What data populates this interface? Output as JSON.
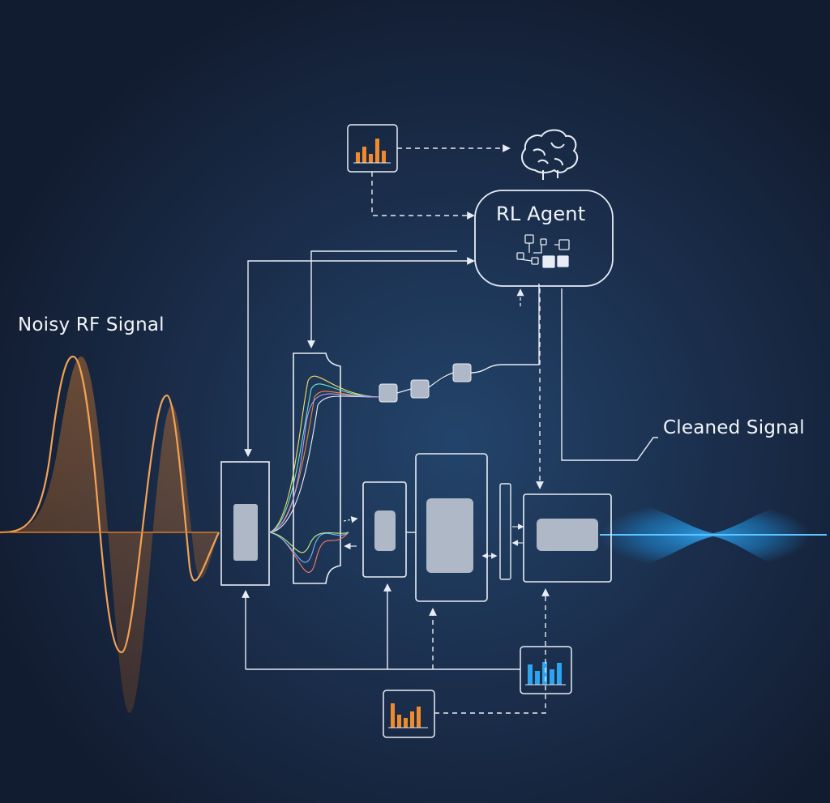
{
  "labels": {
    "noisy_signal": "Noisy RF Signal",
    "cleaned_signal": "Cleaned Signal",
    "rl_agent": "RL Agent"
  },
  "icons": {
    "agent": "brain-icon",
    "agent_policy": "flowchart-icon",
    "reward_chart_top": "bar-chart-icon",
    "metric_chart_right": "bar-chart-icon",
    "metric_chart_bottom": "bar-chart-icon"
  },
  "colors": {
    "background": "#15223a",
    "line": "#e8edf5",
    "noisy_wave": "#f08a2c",
    "clean_wave": "#2fa4ee",
    "block_fill": "#aeb8c6"
  }
}
